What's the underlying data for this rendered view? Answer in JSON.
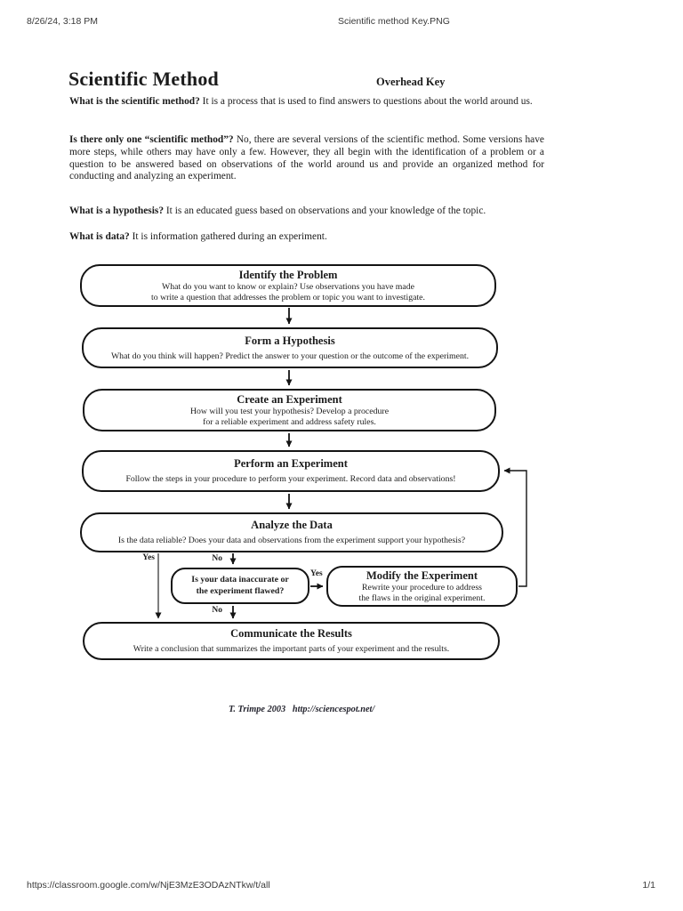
{
  "print_header": {
    "datetime": "8/26/24, 3:18 PM",
    "title": "Scientific method Key.PNG"
  },
  "print_footer": {
    "url": "https://classroom.google.com/w/NjE3MzE3ODAzNTkw/t/all",
    "page": "1/1"
  },
  "document": {
    "title": "Scientific Method",
    "subtitle": "Overhead Key",
    "qa": [
      {
        "question": "What is the scientific method?",
        "answer": "It is a process that is used to find answers to questions about the world around us."
      },
      {
        "question": "Is there only one “scientific method”?",
        "answer": "No, there are several versions of the scientific method. Some versions have more steps, while others may have only a few. However, they all begin with the identification of a problem or a question to be answered based on observations of the world around us and provide an organized method for conducting and analyzing an experiment."
      },
      {
        "question": "What is a hypothesis?",
        "answer": "It is an educated guess based on observations and your knowledge of the topic."
      },
      {
        "question": "What is data?",
        "answer": "It is information gathered during an experiment."
      }
    ],
    "flowchart": {
      "identify": {
        "title": "Identify the Problem",
        "body": [
          "What do you want to know or explain?  Use observations you have made",
          "to write a question that addresses the problem or topic you want to investigate."
        ]
      },
      "form": {
        "title": "Form a Hypothesis",
        "body": [
          "What do you think will happen? Predict the answer to your question or the outcome of the experiment."
        ]
      },
      "create": {
        "title": "Create an Experiment",
        "body": [
          "How will you test your hypothesis? Develop a procedure",
          "for a reliable experiment and address safety rules."
        ]
      },
      "perform": {
        "title": "Perform an Experiment",
        "body": [
          "Follow the steps in your procedure to perform your experiment. Record data and observations!"
        ]
      },
      "analyze": {
        "title": "Analyze the Data",
        "body": [
          "Is the data reliable? Does your data and observations from the experiment support your hypothesis?"
        ]
      },
      "decision": {
        "body": [
          "Is your data inaccurate or",
          "the experiment flawed?"
        ]
      },
      "modify": {
        "title": "Modify the Experiment",
        "body": [
          "Rewrite your procedure to address",
          "the flaws in the original experiment."
        ]
      },
      "communicate": {
        "title": "Communicate the Results",
        "body": [
          "Write a conclusion that summarizes the important parts of your experiment and the results."
        ]
      },
      "labels": {
        "yes_left": "Yes",
        "no_top": "No",
        "yes_right": "Yes",
        "no_bottom": "No"
      },
      "credit": "T. Trimpe 2003   http://sciencespot.net/"
    }
  }
}
